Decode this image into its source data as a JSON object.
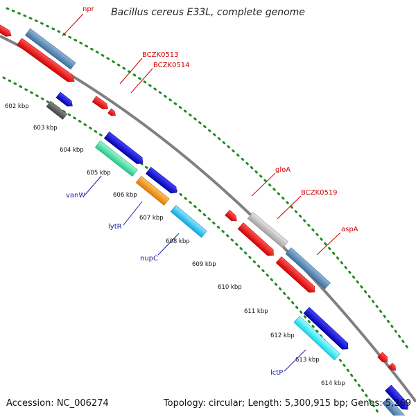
{
  "title": "Bacillus cereus E33L, complete genome",
  "footer": {
    "accession": "Accession: NC_006274",
    "stats": "Topology: circular; Length: 5,300,915 bp; Genes: 5,269"
  },
  "colors": {
    "backbone": "#808080",
    "dotted_ring": "#1e8a1e",
    "forward_cds": "#ee1111",
    "reverse_cds": "#0000dd",
    "annotation_red": "#cc0000",
    "annotation_blue": "#1a1aa0"
  },
  "ticks": [
    "602 kbp",
    "603 kbp",
    "604 kbp",
    "605 kbp",
    "606 kbp",
    "607 kbp",
    "608 kbp",
    "609 kbp",
    "610 kbp",
    "611 kbp",
    "612 kbp",
    "613 kbp",
    "614 kbp"
  ],
  "genes_forward": [
    "npr",
    "BCZK0513",
    "BCZK0514",
    "gloA",
    "BCZK0519",
    "aspA"
  ],
  "genes_reverse": [
    "vanW",
    "lytR",
    "nupC",
    "lctP"
  ]
}
